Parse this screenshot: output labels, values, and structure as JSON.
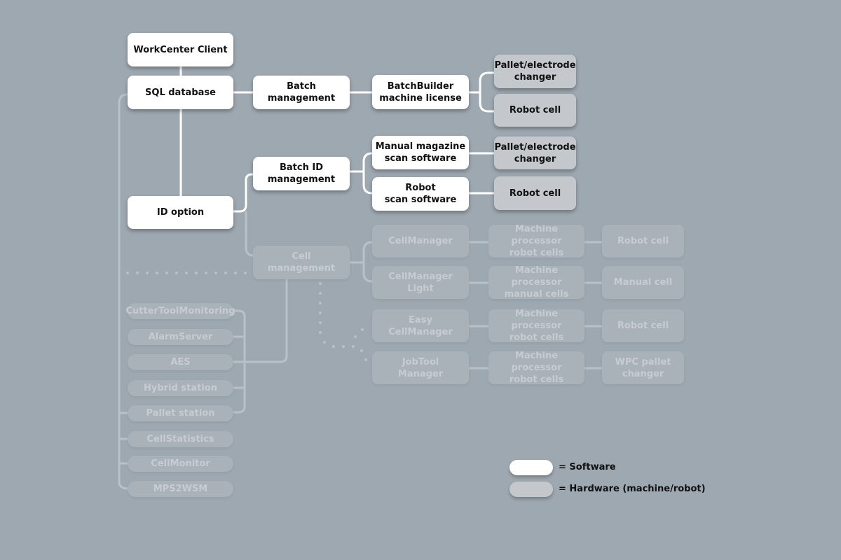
{
  "software": {
    "workcenter_client": "WorkCenter Client",
    "sql_database": "SQL database",
    "batch_management": "Batch\nmanagement",
    "batchbuilder_license": "BatchBuilder\nmachine license",
    "id_option": "ID option",
    "batch_id_management": "Batch ID\nmanagement",
    "manual_magazine_scan": "Manual magazine\nscan software",
    "robot_scan": "Robot\nscan software"
  },
  "hardware": {
    "pallet_changer_1": "Pallet/electrode\nchanger",
    "robot_cell_1": "Robot cell",
    "pallet_changer_2": "Pallet/electrode\nchanger",
    "robot_cell_2": "Robot cell"
  },
  "inactive": {
    "cell_management": "Cell\nmanagement",
    "cellmanager": "CellManager",
    "cellmanager_light": "CellManager\nLight",
    "easy_cellmanager": "Easy\nCellManager",
    "jobtool_manager": "JobTool\nManager",
    "mp_robot_1": "Machine processor\nrobot cells",
    "mp_manual": "Machine processor\nmanual cells",
    "mp_robot_2": "Machine processor\nrobot cells",
    "mp_robot_3": "Machine processor\nrobot cells",
    "hw_robot_cell_a": "Robot cell",
    "hw_manual_cell": "Manual cell",
    "hw_robot_cell_b": "Robot cell",
    "hw_wpc_pallet": "WPC pallet\nchanger",
    "list": [
      "CutterToolMonitoring",
      "AlarmServer",
      "AES",
      "Hybrid station",
      "Pallet station",
      "CellStatistics",
      "CellMonitor",
      "MPS2WSM"
    ]
  },
  "legend": {
    "software": "= Software",
    "hardware": "= Hardware (machine/robot)"
  },
  "colors": {
    "background": "#9ea8b1",
    "software": "#ffffff",
    "hardware": "#c4c8cc",
    "inactive_box": "#a9b1b9",
    "inactive_text": "#c6ccd2",
    "connector_active": "#ffffff",
    "connector_inactive": "#b9c0c7"
  }
}
